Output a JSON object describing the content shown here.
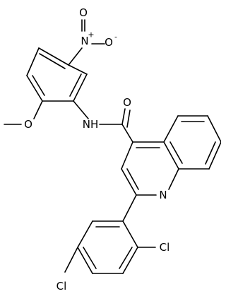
{
  "molecule": {
    "labels": {
      "nitro_n": "N",
      "nitro_n_charge": "+",
      "nitro_o_top": "O",
      "nitro_o_right": "O",
      "nitro_o_charge": "-",
      "methoxy_o": "O",
      "amide_nh": "NH",
      "carbonyl_o": "O",
      "quinoline_n": "N",
      "cl_ortho": "Cl",
      "cl_para": "Cl"
    }
  }
}
